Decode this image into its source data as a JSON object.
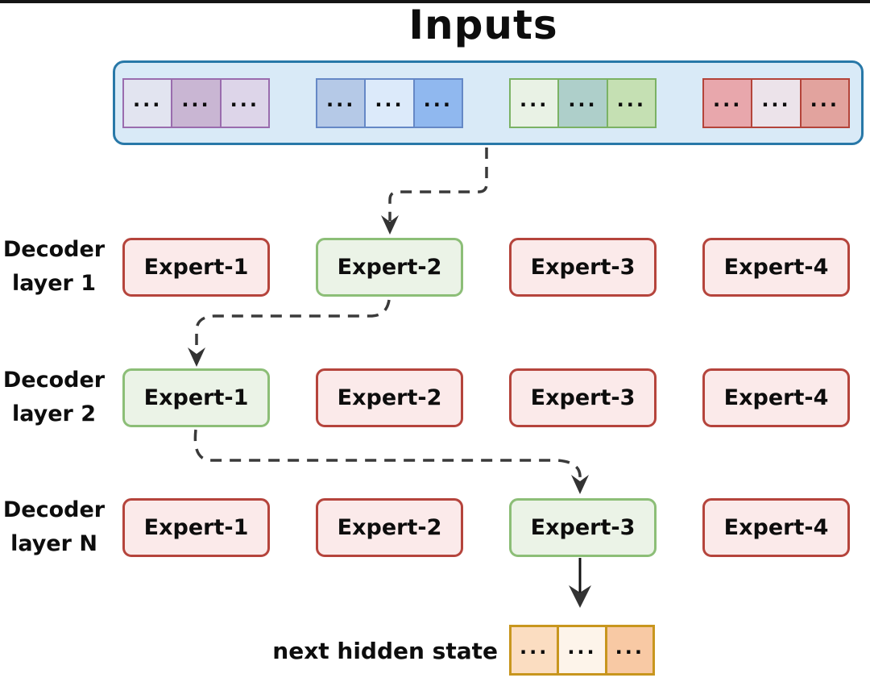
{
  "title": "Inputs",
  "inputs_container": {
    "bg": "#d9eaf7",
    "border": "#2878a8"
  },
  "token_groups": [
    {
      "name": "purple-tokens",
      "border": "#9a6cae",
      "cells": [
        {
          "fill": "#e2e4f0",
          "text": "..."
        },
        {
          "fill": "#c9b6d3",
          "text": "..."
        },
        {
          "fill": "#ddd5e9",
          "text": "..."
        }
      ]
    },
    {
      "name": "blue-tokens",
      "border": "#6588c6",
      "cells": [
        {
          "fill": "#b5c9e7",
          "text": "..."
        },
        {
          "fill": "#dceafa",
          "text": "..."
        },
        {
          "fill": "#90b8ef",
          "text": "..."
        }
      ]
    },
    {
      "name": "green-tokens",
      "border": "#7bb264",
      "cells": [
        {
          "fill": "#e9f2e5",
          "text": "..."
        },
        {
          "fill": "#aecfca",
          "text": "..."
        },
        {
          "fill": "#c5e0b3",
          "text": "..."
        }
      ]
    },
    {
      "name": "red-tokens",
      "border": "#b4443a",
      "cells": [
        {
          "fill": "#e8a7ac",
          "text": "..."
        },
        {
          "fill": "#ece3ea",
          "text": "..."
        },
        {
          "fill": "#e2a39e",
          "text": "..."
        }
      ]
    }
  ],
  "expert_styles": {
    "default": {
      "fill": "#fbeaea",
      "border": "#b5443c"
    },
    "selected": {
      "fill": "#ebf3e7",
      "border": "#8cbe77"
    }
  },
  "layers": [
    {
      "label": [
        "Decoder",
        "layer 1"
      ],
      "experts": [
        "Expert-1",
        "Expert-2",
        "Expert-3",
        "Expert-4"
      ],
      "selected_index": 1
    },
    {
      "label": [
        "Decoder",
        "layer 2"
      ],
      "experts": [
        "Expert-1",
        "Expert-2",
        "Expert-3",
        "Expert-4"
      ],
      "selected_index": 0
    },
    {
      "label": [
        "Decoder",
        "layer N"
      ],
      "experts": [
        "Expert-1",
        "Expert-2",
        "Expert-3",
        "Expert-4"
      ],
      "selected_index": 2
    }
  ],
  "output": {
    "label": "next hidden state",
    "border": "#c8961e",
    "cells": [
      {
        "fill": "#fbddc1",
        "text": "..."
      },
      {
        "fill": "#fdf4ea",
        "text": "..."
      },
      {
        "fill": "#f8c9a4",
        "text": "..."
      }
    ]
  },
  "arrow_color_dashed": "#3a3a3a",
  "arrow_color_solid": "#111111"
}
